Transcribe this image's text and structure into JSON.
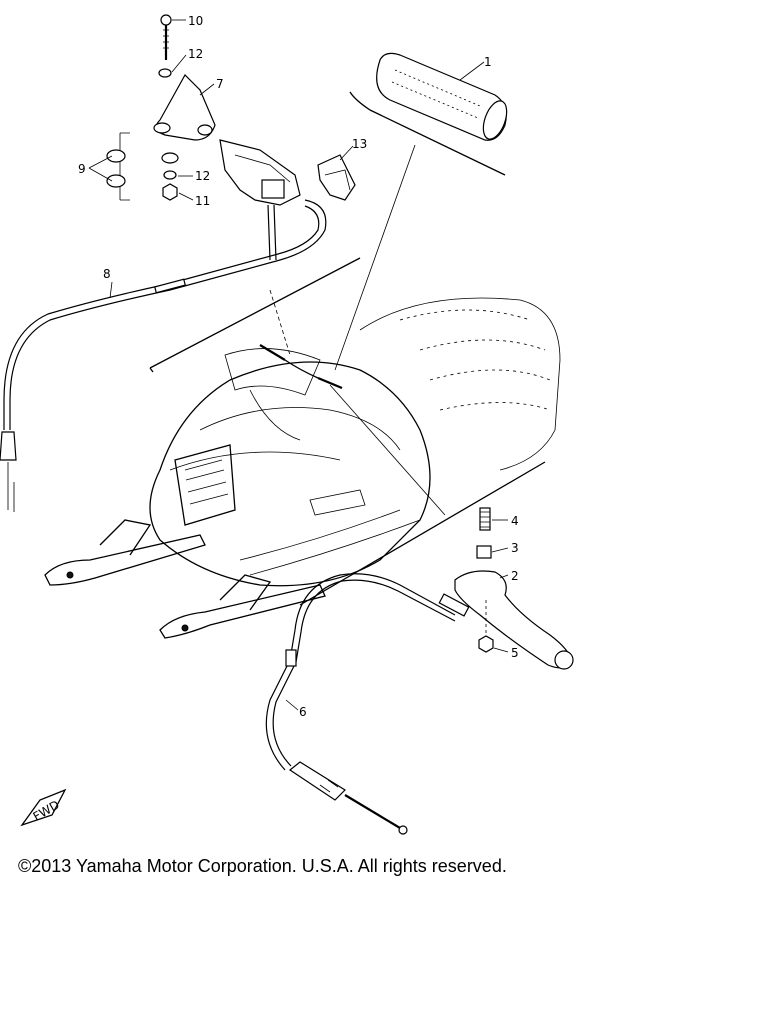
{
  "copyright": "©2013 Yamaha Motor Corporation. U.S.A. All rights reserved.",
  "fwd_label": "FWD",
  "callouts": [
    {
      "id": "1",
      "label": "1"
    },
    {
      "id": "2",
      "label": "2"
    },
    {
      "id": "3",
      "label": "3"
    },
    {
      "id": "4",
      "label": "4"
    },
    {
      "id": "5",
      "label": "5"
    },
    {
      "id": "6",
      "label": "6"
    },
    {
      "id": "7",
      "label": "7"
    },
    {
      "id": "8",
      "label": "8"
    },
    {
      "id": "9",
      "label": "9"
    },
    {
      "id": "10",
      "label": "10"
    },
    {
      "id": "11",
      "label": "11"
    },
    {
      "id": "12a",
      "label": "12"
    },
    {
      "id": "12b",
      "label": "12"
    },
    {
      "id": "13",
      "label": "13"
    }
  ]
}
